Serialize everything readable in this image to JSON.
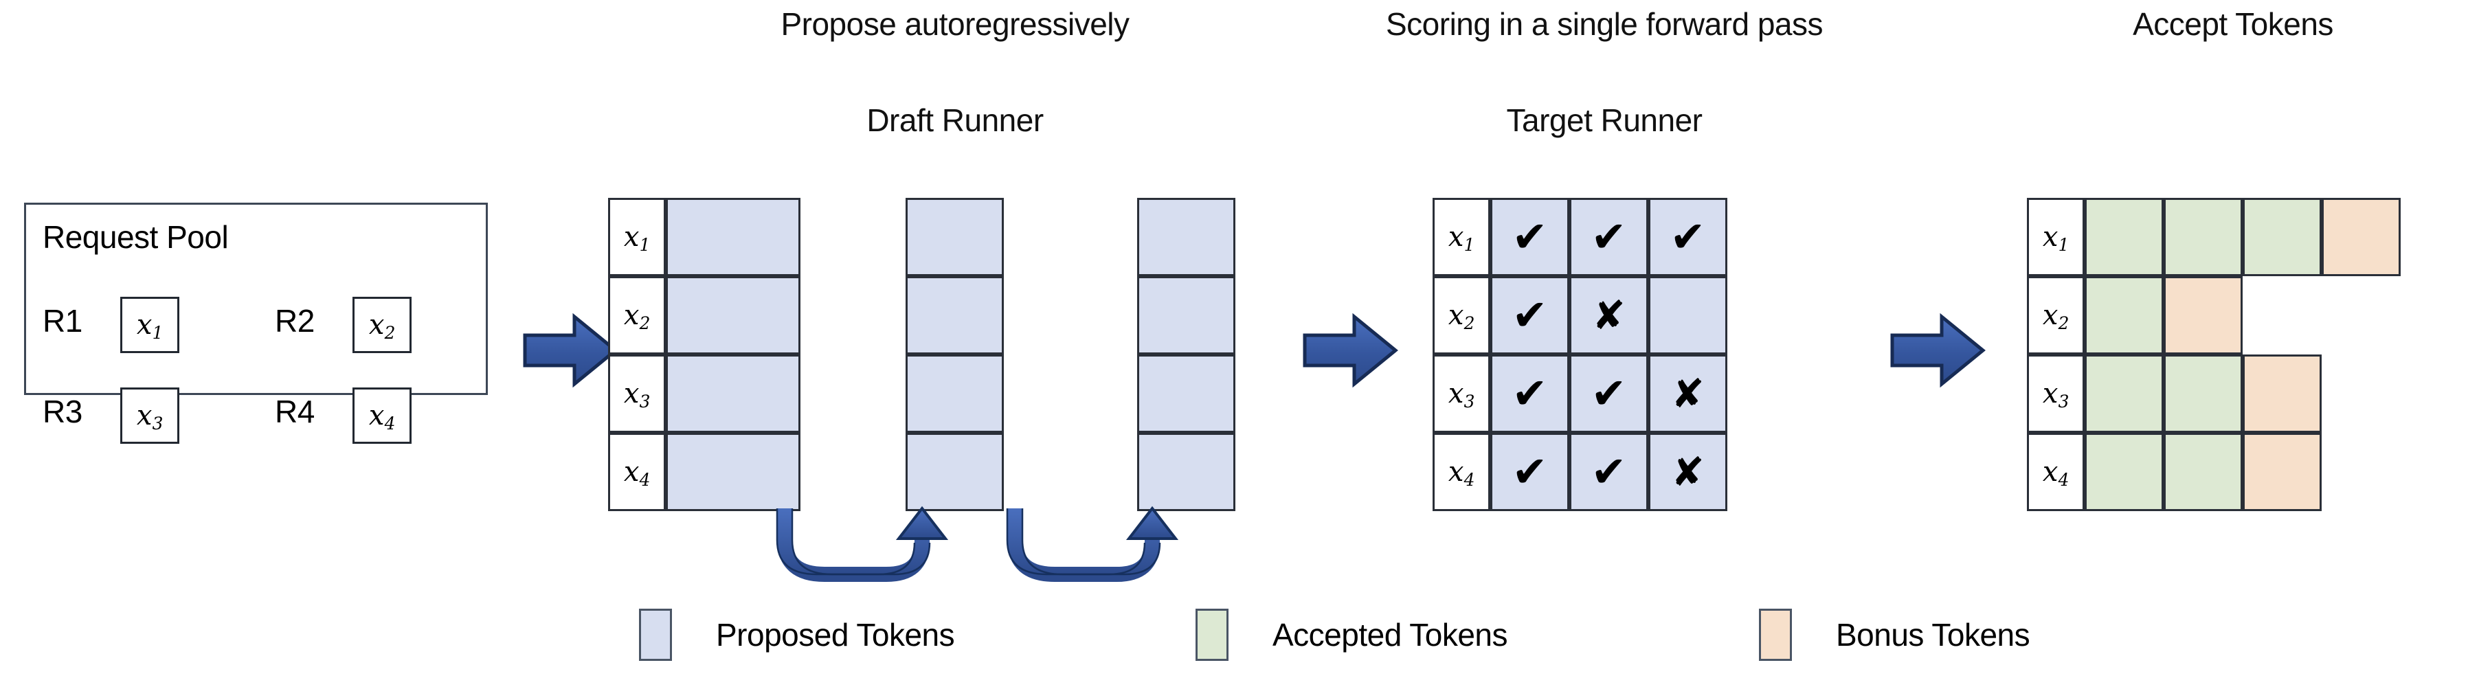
{
  "headings": {
    "propose": "Propose autoregressively",
    "draft_runner": "Draft Runner",
    "scoring": "Scoring in a single forward pass",
    "target_runner": "Target Runner",
    "accept": "Accept Tokens"
  },
  "request_pool": {
    "title": "Request Pool",
    "requests": [
      {
        "label": "R1",
        "token": "x",
        "sub": "1"
      },
      {
        "label": "R2",
        "token": "x",
        "sub": "2"
      },
      {
        "label": "R3",
        "token": "x",
        "sub": "3"
      },
      {
        "label": "R4",
        "token": "x",
        "sub": "4"
      }
    ]
  },
  "row_labels": [
    {
      "token": "x",
      "sub": "1"
    },
    {
      "token": "x",
      "sub": "2"
    },
    {
      "token": "x",
      "sub": "3"
    },
    {
      "token": "x",
      "sub": "4"
    }
  ],
  "draft_runner": {
    "steps": 3,
    "rows": 4,
    "cell_fill": "proposed",
    "loop_arrows": 2
  },
  "target_runner": {
    "marks": [
      [
        "check",
        "check",
        "check"
      ],
      [
        "check",
        "cross",
        "none"
      ],
      [
        "check",
        "check",
        "cross"
      ],
      [
        "check",
        "check",
        "cross"
      ]
    ],
    "check_glyph": "✔",
    "cross_glyph": "✘"
  },
  "accept_tokens": {
    "rows": [
      [
        "accepted",
        "accepted",
        "accepted",
        "bonus"
      ],
      [
        "accepted",
        "bonus"
      ],
      [
        "accepted",
        "accepted",
        "bonus"
      ],
      [
        "accepted",
        "accepted",
        "bonus"
      ]
    ]
  },
  "legend": [
    {
      "label": "Proposed Tokens",
      "color": "#d7def0"
    },
    {
      "label": "Accepted Tokens",
      "color": "#dde9d3"
    },
    {
      "label": "Bonus Tokens",
      "color": "#f7e0cb"
    }
  ],
  "colors": {
    "proposed": "#d7def0",
    "accepted": "#dde9d3",
    "bonus": "#f7e0cb",
    "arrow_blue": "#3a5ea8",
    "arrow_blue_dark": "#1f3864",
    "border": "#2a2f38"
  },
  "flow_arrows": 3
}
